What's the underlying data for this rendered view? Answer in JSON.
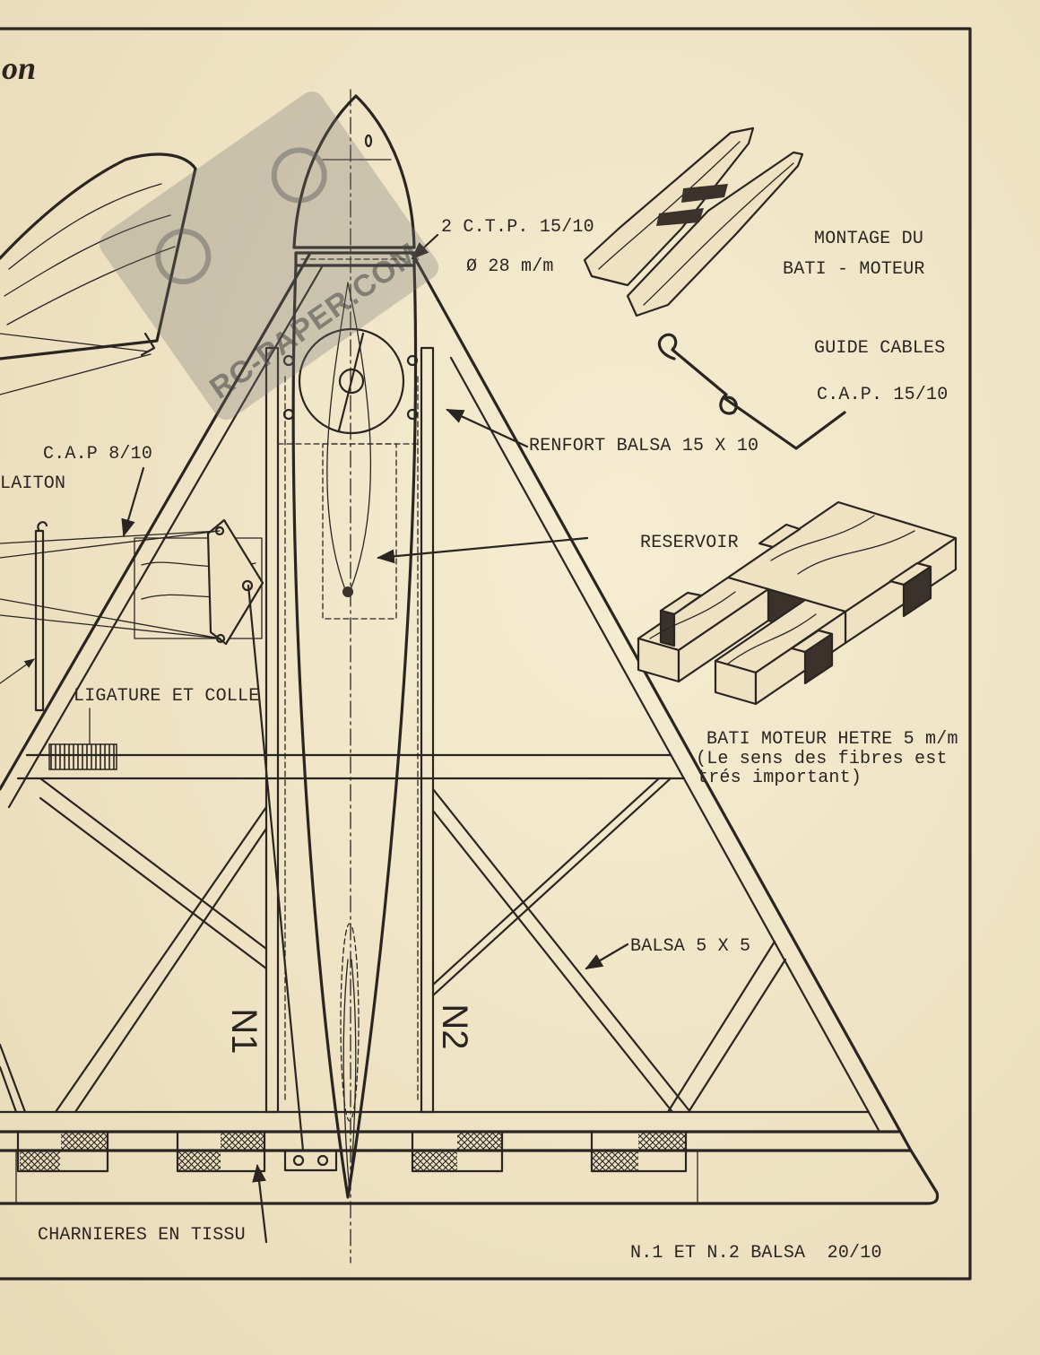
{
  "title_fragment": "on",
  "labels": {
    "ctp": "2 C.T.P. 15/10",
    "diameter": "Ø 28 m/m",
    "montage_line1": "MONTAGE DU",
    "montage_line2": "BATI - MOTEUR",
    "guide_line1": "GUIDE CABLES",
    "guide_line2": "C.A.P. 15/10",
    "renfort": "RENFORT BALSA 15 X 10",
    "cap_8": "C.A.P 8/10",
    "laiton": "LAITON",
    "reservoir": "RESERVOIR",
    "ligature": "LIGATURE ET COLLE",
    "bati_line1": "BATI MOTEUR HETRE 5 m/m",
    "bati_line2": "(Le sens des fibres est",
    "bati_line3": "trés important)",
    "balsa_5x5": "BALSA 5 X 5",
    "n1": "N1",
    "n2": "N2",
    "charnieres": "CHARNIERES EN TISSU",
    "note": "N.1 ET N.2 BALSA  20/10"
  },
  "watermark": {
    "text": "RC-PAPER.COM"
  },
  "colors": {
    "paper": "#eee2c2",
    "ink": "#2a2521",
    "watermark": "#8a8a86"
  }
}
